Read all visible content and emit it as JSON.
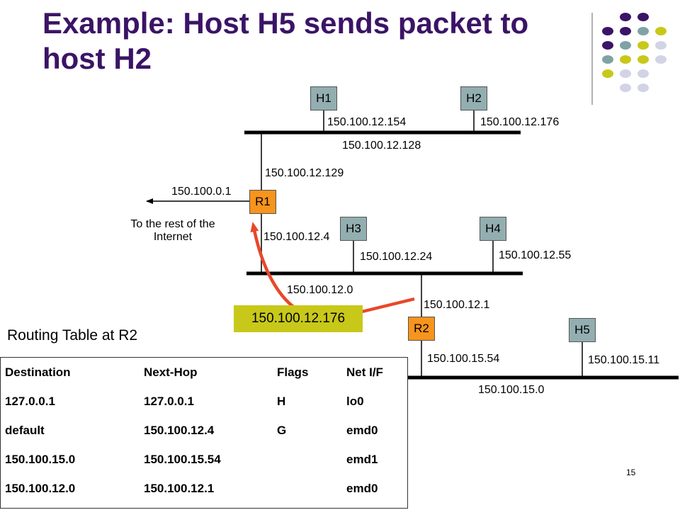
{
  "title": "Example:  Host H5 sends packet to host H2",
  "page_number": "15",
  "colors": {
    "title": "#3b1466",
    "host": "#93aeb0",
    "router": "#f7941d",
    "packet": "#c8c81a",
    "arrow": "#e8482a",
    "dot_purple": "#3b1466",
    "dot_teal": "#7fa3a5",
    "dot_yellow": "#c8c81a",
    "dot_lavender": "#d3d3e6"
  },
  "hosts": {
    "h1": "H1",
    "h2": "H2",
    "h3": "H3",
    "h4": "H4",
    "h5": "H5"
  },
  "routers": {
    "r1": "R1",
    "r2": "R2"
  },
  "addresses": {
    "h1": "150.100.12.154",
    "h2": "150.100.12.176",
    "net_top": "150.100.12.128",
    "r1_top": "150.100.12.129",
    "r1_ext": "150.100.0.1",
    "r1_bottom": "150.100.12.4",
    "h3": "150.100.12.24",
    "h4": "150.100.12.55",
    "net_mid": "150.100.12.0",
    "r2_top": "150.100.12.1",
    "r2_bottom": "150.100.15.54",
    "h5": "150.100.15.11",
    "net_bottom": "150.100.15.0"
  },
  "internet_label": "To the rest of the Internet",
  "packet_dest": "150.100.12.176",
  "routing_table": {
    "caption": "Routing Table at R2",
    "headers": [
      "Destination",
      "Next-Hop",
      "Flags",
      "Net I/F"
    ],
    "rows": [
      [
        "127.0.0.1",
        "127.0.0.1",
        "H",
        "lo0"
      ],
      [
        "default",
        "150.100.12.4",
        "G",
        "emd0"
      ],
      [
        "150.100.15.0",
        "150.100.15.54",
        "",
        "emd1"
      ],
      [
        "150.100.12.0",
        "150.100.12.1",
        "",
        "emd0"
      ]
    ]
  }
}
